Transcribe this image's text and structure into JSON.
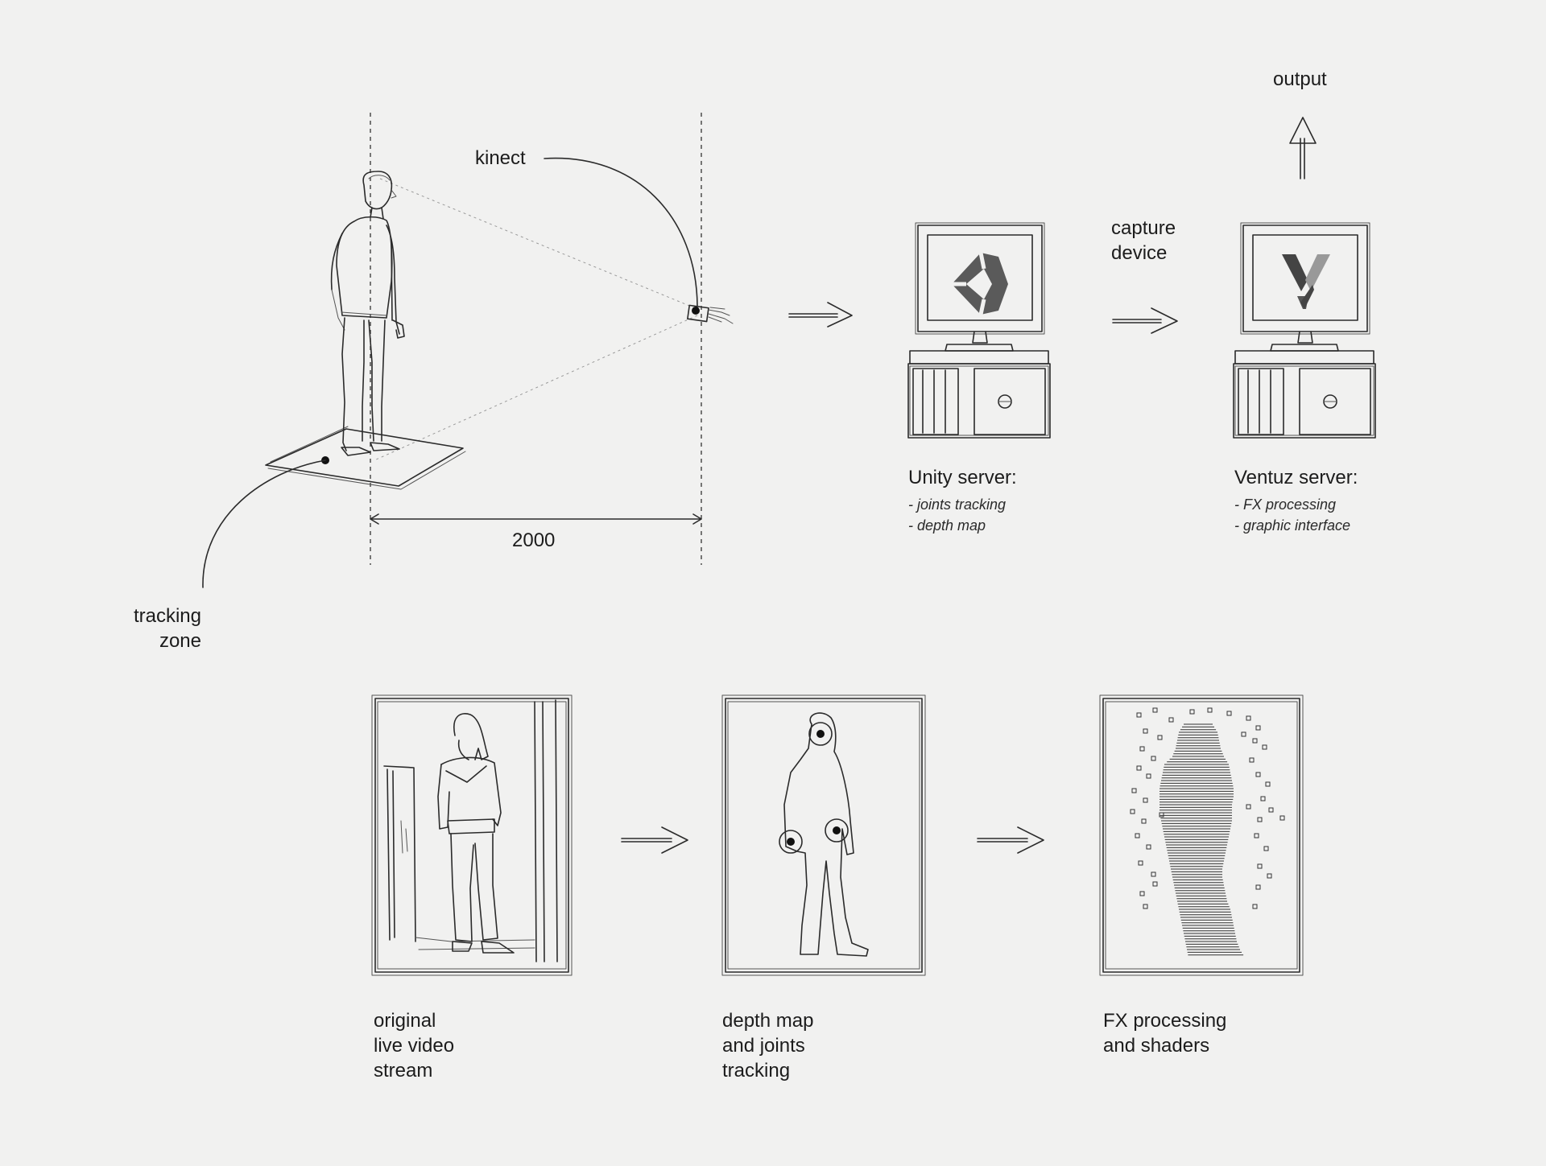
{
  "labels": {
    "kinect": "kinect",
    "tracking_zone_line1": "tracking",
    "tracking_zone_line2": "zone",
    "distance": "2000",
    "capture_device_line1": "capture",
    "capture_device_line2": "device",
    "output": "output",
    "unity_server": {
      "title": "Unity server:",
      "items": [
        "- joints tracking",
        "- depth map"
      ]
    },
    "ventuz_server": {
      "title": "Ventuz server:",
      "items": [
        "- FX processing",
        "- graphic interface"
      ]
    }
  },
  "panels": [
    {
      "caption": [
        "original",
        "live video",
        "stream"
      ]
    },
    {
      "caption": [
        "depth map",
        "and joints",
        "tracking"
      ]
    },
    {
      "caption": [
        "FX processing",
        "and shaders"
      ]
    }
  ],
  "icons": [
    "unity-logo-icon",
    "ventuz-logo-icon",
    "kinect-sensor-icon",
    "computer-icon",
    "arrow-right-icon",
    "arrow-up-icon"
  ],
  "colors": {
    "background": "#f1f1f0",
    "ink": "#2b2b2b",
    "logo": "#505050"
  }
}
